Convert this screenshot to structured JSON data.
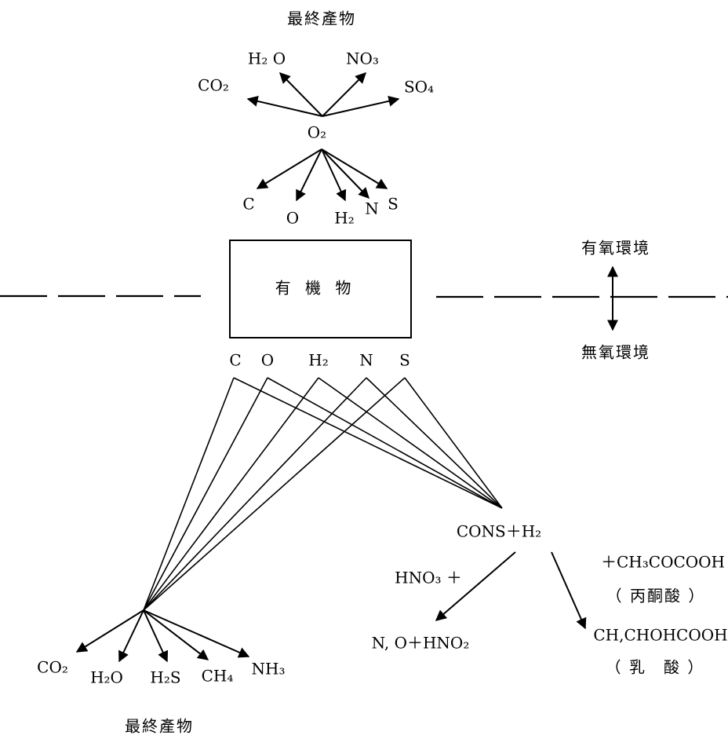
{
  "aerobic": {
    "final_title": "最終產物",
    "products": {
      "h2o": "H₂ O",
      "no3": "NO₃",
      "co2": "CO₂",
      "so4": "SO₄"
    },
    "oxygen": "O₂",
    "elements": {
      "c": "C",
      "o": "O",
      "h2": "H₂",
      "n": "N",
      "s": "S"
    }
  },
  "organic_box": {
    "label": "有 機 物"
  },
  "environment": {
    "aerobic_label": "有氧環境",
    "anaerobic_label": "無氧環境"
  },
  "anaerobic": {
    "elements": {
      "c": "C",
      "o": "O",
      "h2": "H₂",
      "n": "N",
      "s": "S"
    },
    "cons": "CONS＋H₂",
    "hno3": "HNO₃ ＋",
    "n2o": "N, O＋HNO₂",
    "pyruvate_formula": "＋CH₃COCOOH",
    "pyruvate_name": "（ 丙酮酸 ）",
    "lactate_formula": "CH,CHOHCOOH",
    "lactate_name": "（ 乳　酸 ）",
    "products": {
      "co2": "CO₂",
      "h2o": "H₂O",
      "h2s": "H₂S",
      "ch4": "CH₄",
      "nh3": "NH₃"
    },
    "final_title": "最終產物"
  }
}
